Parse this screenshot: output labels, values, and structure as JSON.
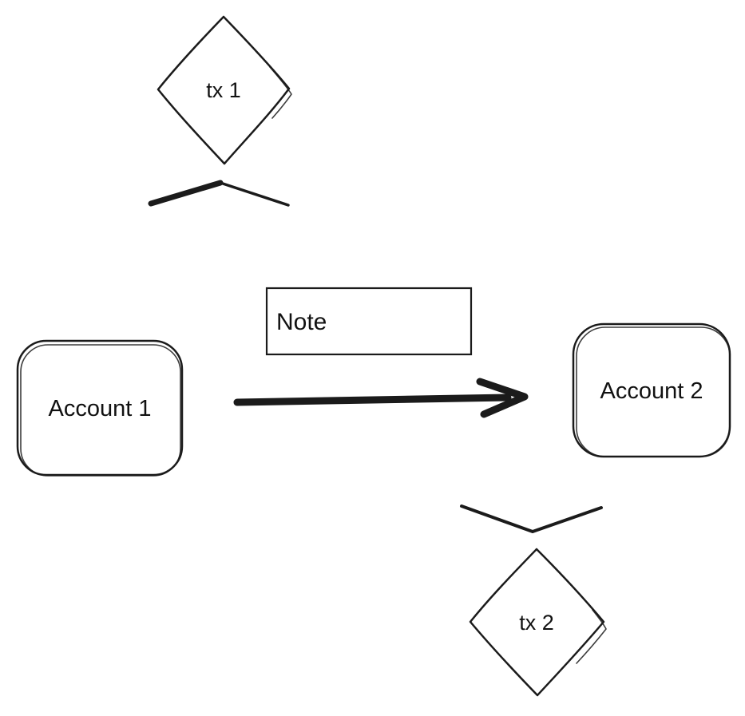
{
  "canvas": {
    "background": "#ffffff",
    "stroke_color": "#1b1b1b"
  },
  "nodes": {
    "tx1": {
      "label": "tx 1",
      "shape": "diamond"
    },
    "note": {
      "label": "Note",
      "shape": "rectangle"
    },
    "account1": {
      "label": "Account 1",
      "shape": "rounded-rectangle"
    },
    "account2": {
      "label": "Account 2",
      "shape": "rounded-rectangle"
    },
    "tx2": {
      "label": "tx 2",
      "shape": "diamond"
    }
  },
  "connectors": {
    "chevron_top": {
      "shape": "chevron",
      "direction": "up"
    },
    "main_arrow": {
      "shape": "arrow",
      "direction": "right"
    },
    "chevron_bottom": {
      "shape": "chevron",
      "direction": "down"
    }
  }
}
